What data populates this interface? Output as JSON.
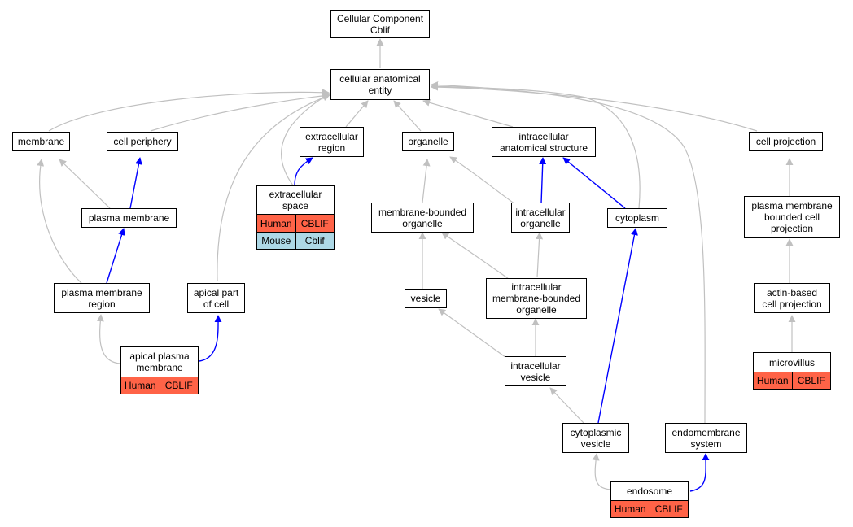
{
  "colors": {
    "gray_edge": "#c0c0c0",
    "blue_edge": "#0000ff",
    "human": "#ff6347",
    "mouse": "#add8e6"
  },
  "nodes": {
    "root": "Cellular Component\nCblif",
    "cae": "cellular anatomical\nentity",
    "membrane": "membrane",
    "cell_periphery": "cell periphery",
    "extracellular_region": "extracellular\nregion",
    "organelle": "organelle",
    "intracellular_anatomical_structure": "intracellular\nanatomical structure",
    "cell_projection": "cell projection",
    "plasma_membrane": "plasma membrane",
    "membrane_bounded_organelle": "membrane-bounded\norganelle",
    "intracellular_organelle": "intracellular\norganelle",
    "cytoplasm": "cytoplasm",
    "pm_bounded_cell_projection": "plasma membrane\nbounded cell\nprojection",
    "plasma_membrane_region": "plasma membrane\nregion",
    "apical_part_of_cell": "apical part\nof cell",
    "vesicle": "vesicle",
    "intracellular_mb_organelle": "intracellular\nmembrane-bounded\norganelle",
    "actin_based_cell_projection": "actin-based\ncell projection",
    "intracellular_vesicle": "intracellular\nvesicle",
    "cytoplasmic_vesicle": "cytoplasmic\nvesicle",
    "endomembrane_system": "endomembrane\nsystem"
  },
  "records": {
    "extracellular_space": {
      "label": "extracellular\nspace",
      "rows": [
        [
          "Human",
          "CBLIF"
        ],
        [
          "Mouse",
          "Cblif"
        ]
      ]
    },
    "apical_plasma_membrane": {
      "label": "apical plasma\nmembrane",
      "rows": [
        [
          "Human",
          "CBLIF"
        ]
      ]
    },
    "microvillus": {
      "label": "microvillus",
      "rows": [
        [
          "Human",
          "CBLIF"
        ]
      ]
    },
    "endosome": {
      "label": "endosome",
      "rows": [
        [
          "Human",
          "CBLIF"
        ]
      ]
    }
  }
}
